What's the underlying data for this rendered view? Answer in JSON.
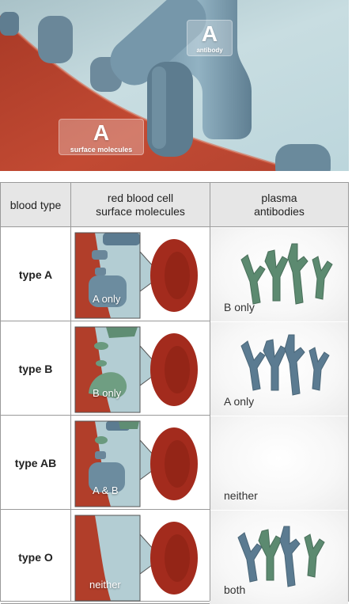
{
  "hero": {
    "antibody_letter": "A",
    "antibody_label": "antibody",
    "surface_letter": "A",
    "surface_label": "surface molecules"
  },
  "table": {
    "headers": [
      "blood type",
      "red blood cell\nsurface molecules",
      "plasma\nantibodies"
    ],
    "rows": [
      {
        "type": "type A",
        "surface": "A only",
        "antibodies": "B only"
      },
      {
        "type": "type B",
        "surface": "B only",
        "antibodies": "A only"
      },
      {
        "type": "type AB",
        "surface": "A & B",
        "antibodies": "neither"
      },
      {
        "type": "type O",
        "surface": "neither",
        "antibodies": "both"
      }
    ]
  },
  "colors": {
    "red_cell": "#9f2a1c",
    "membrane": "#c9513a",
    "antigen_a": "#5f7f92",
    "antigen_b": "#5f8d73",
    "antibody_a": "#5b7b91",
    "antibody_b": "#5c8a70",
    "background": "#c3d8dd"
  }
}
